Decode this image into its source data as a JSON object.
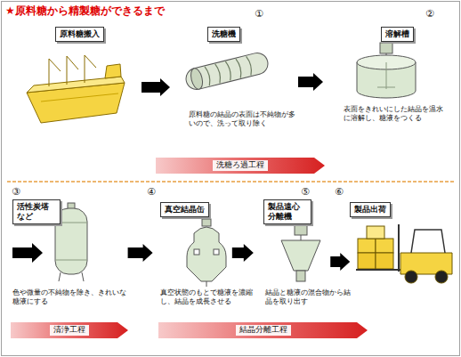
{
  "diagram": {
    "title": "★原料糖から精製糖ができるまで",
    "nodes": [
      {
        "text": [
          "原料糖搬入"
        ]
      },
      {
        "text": [
          "洗糖機"
        ]
      },
      {
        "text": [
          "溶解槽"
        ]
      },
      {
        "text": [
          "洗糖ろ過工程"
        ]
      },
      {
        "text": [
          "活性炭塔など"
        ]
      },
      {
        "text": [
          "真空結晶缶"
        ]
      },
      {
        "text": [
          "製品遠心分離機"
        ]
      },
      {
        "text": [
          "製品出荷"
        ]
      },
      {
        "text": [
          "清浄工程"
        ]
      },
      {
        "text": [
          "結晶分離工程"
        ]
      }
    ],
    "edges": [
      {
        "from": 0,
        "to": 1,
        "arrow": "to"
      },
      {
        "from": 1,
        "to": 2,
        "arrow": "to"
      },
      {
        "from": 4,
        "to": 5,
        "arrow": "to"
      },
      {
        "from": 5,
        "to": 6,
        "arrow": "to"
      },
      {
        "from": 6,
        "to": 7,
        "arrow": "to"
      }
    ],
    "labels": [
      "①",
      "②",
      "③",
      "④",
      "⑤",
      "⑥",
      "原料糖の結晶の表面は不純物が多いので、洗って取り除く",
      "表面をきれいにした結晶を温水に溶解し、糖液をつくる",
      "色や微量の不純物を除き、きれいな糖液にする",
      "真空状態のもとで糖液を濃縮し、結晶を成長させる",
      "結晶と糖液の混合物から結晶を取り出す"
    ]
  }
}
